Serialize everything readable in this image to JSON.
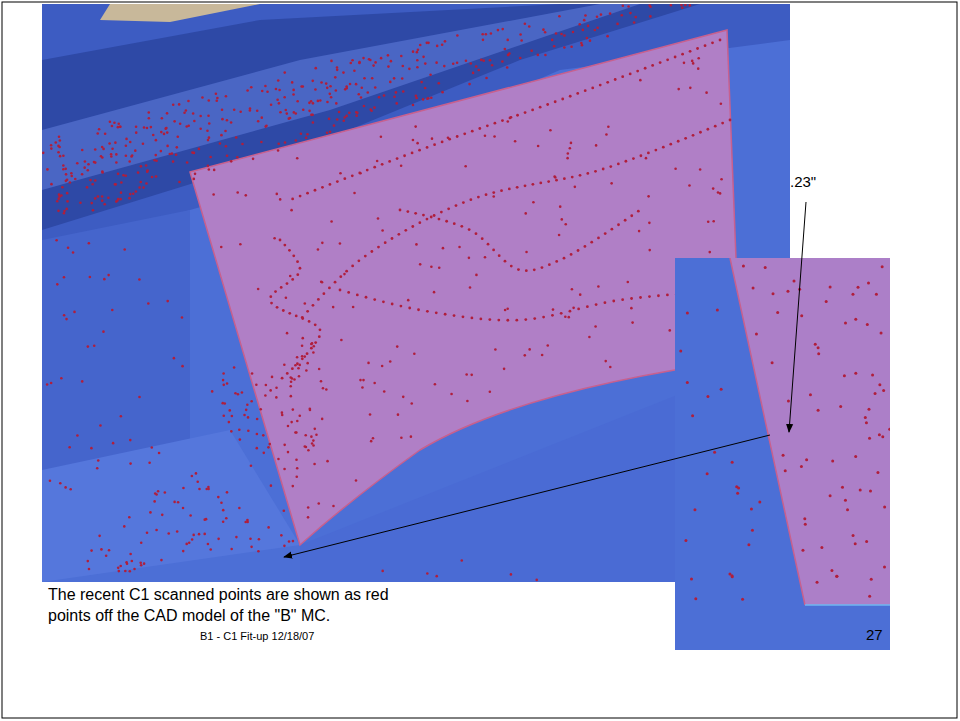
{
  "diagram": {
    "caption": "The recent C1 scanned points are shown as red points off the CAD model of the \"B\" MC.",
    "labels": [
      ".23\"",
      "B1 - C1 Fit-up 12/18/07",
      "27"
    ]
  }
}
